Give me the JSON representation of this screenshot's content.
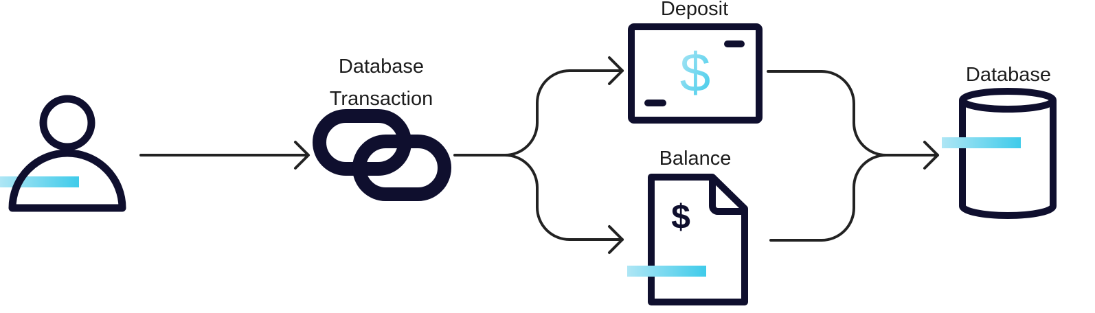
{
  "labels": {
    "transaction_line1": "Database",
    "transaction_line2": "Transaction",
    "deposit": "Deposit",
    "balance": "Balance",
    "database": "Database"
  },
  "icons": {
    "user": "user-icon",
    "transaction": "chain-link-icon",
    "deposit": "banknote-icon",
    "balance": "invoice-document-icon",
    "database": "database-cylinder-icon"
  },
  "symbols": {
    "deposit_currency": "$",
    "balance_currency": "$"
  },
  "colors": {
    "stroke": "#0f0f2e",
    "connector": "#222222",
    "accent": "#3fcbea",
    "accent_light": "#aee6f5",
    "text": "#1c1c1c"
  }
}
